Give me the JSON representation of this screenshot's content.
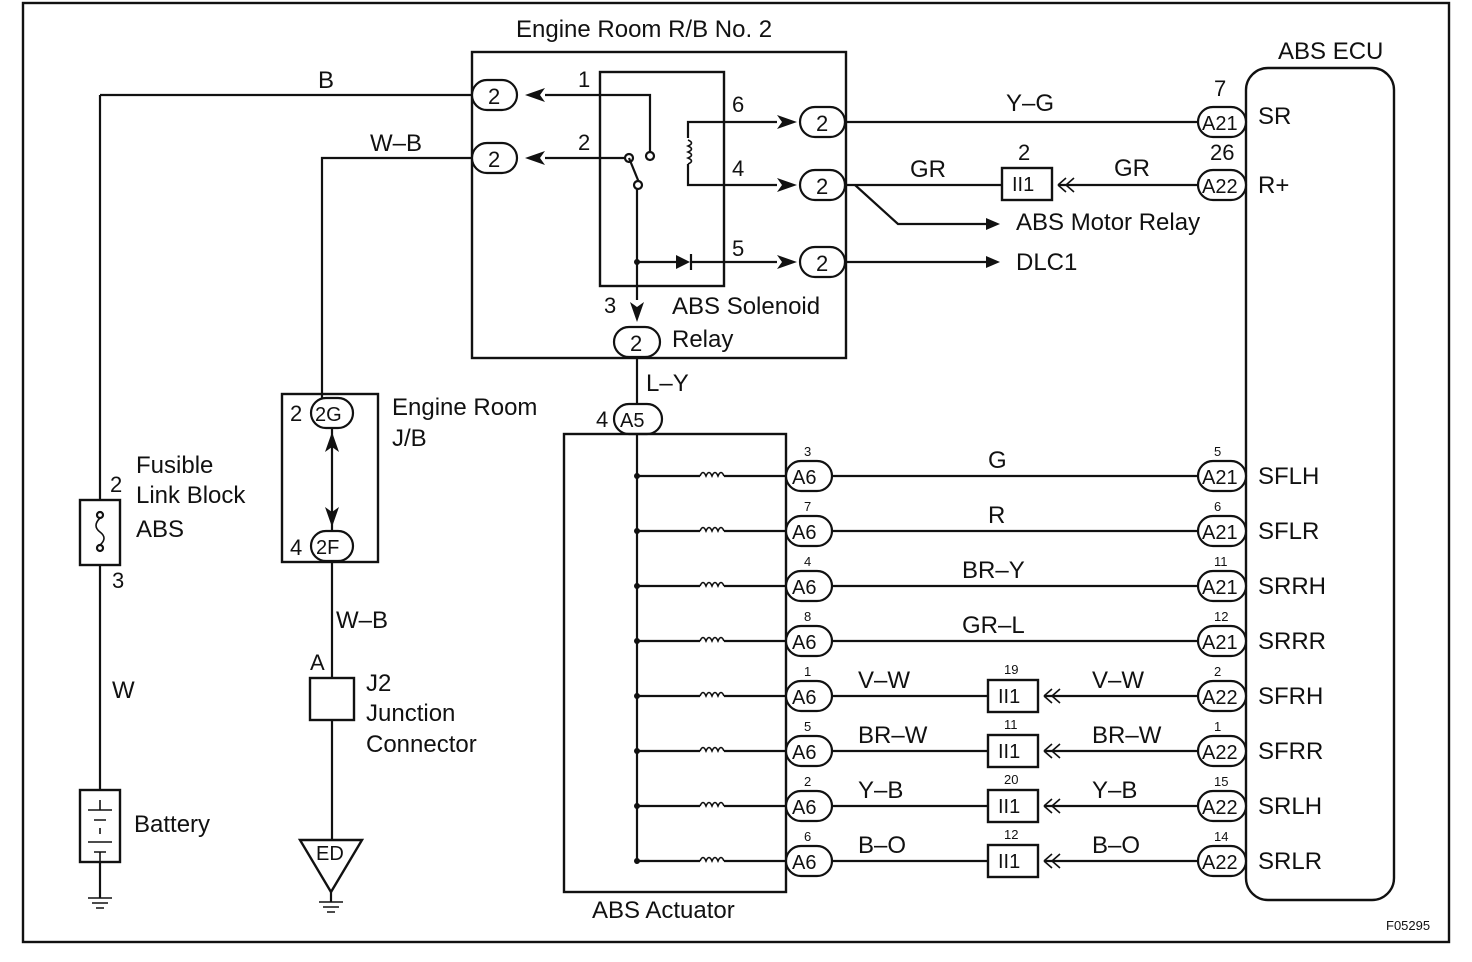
{
  "labels": {
    "rb_title": "Engine Room R/B No. 2",
    "ecu_title": "ABS ECU",
    "solenoid_1": "ABS Solenoid",
    "solenoid_2": "Relay",
    "jb_1": "Engine Room",
    "jb_2": "J/B",
    "fusible_1": "Fusible",
    "fusible_2": "Link Block",
    "fusible_3": "ABS",
    "j2_1": "J2",
    "j2_2": "Junction",
    "j2_3": "Connector",
    "battery": "Battery",
    "actuator": "ABS Actuator",
    "motor_relay": "ABS Motor Relay",
    "dlc": "DLC1",
    "code": "F05295",
    "ground": "ED"
  },
  "wires": {
    "b": "B",
    "wb_top": "W–B",
    "wb_low": "W–B",
    "w": "W",
    "ly": "L–Y",
    "yg": "Y–G",
    "gr1": "GR",
    "gr2": "GR"
  },
  "pins": {
    "r1": "1",
    "r2": "2",
    "r6": "6",
    "r4": "4",
    "r5": "5",
    "r3": "3",
    "jb2": "2",
    "jb4": "4",
    "fl2": "2",
    "fl3": "3",
    "j2a": "A",
    "a5pin": "4",
    "ecu7": "7",
    "ecu26": "26",
    "gr_ii": "2"
  },
  "connectors": {
    "rb": "2",
    "g2": "2G",
    "f2": "2F",
    "a5": "A5",
    "a21": "A21",
    "a22": "A22",
    "ii": "II1",
    "a6": "A6"
  },
  "ecu_terminals": {
    "sr": "SR",
    "rplus": "R+"
  },
  "rows": [
    {
      "a6pin": "3",
      "wire": "G",
      "ii": null,
      "wire2": null,
      "conn": "A21",
      "ecupin": "5",
      "term": "SFLH"
    },
    {
      "a6pin": "7",
      "wire": "R",
      "ii": null,
      "wire2": null,
      "conn": "A21",
      "ecupin": "6",
      "term": "SFLR"
    },
    {
      "a6pin": "4",
      "wire": "BR–Y",
      "ii": null,
      "wire2": null,
      "conn": "A21",
      "ecupin": "11",
      "term": "SRRH"
    },
    {
      "a6pin": "8",
      "wire": "GR–L",
      "ii": null,
      "wire2": null,
      "conn": "A21",
      "ecupin": "12",
      "term": "SRRR"
    },
    {
      "a6pin": "1",
      "wire": "V–W",
      "ii": "19",
      "wire2": "V–W",
      "conn": "A22",
      "ecupin": "2",
      "term": "SFRH"
    },
    {
      "a6pin": "5",
      "wire": "BR–W",
      "ii": "11",
      "wire2": "BR–W",
      "conn": "A22",
      "ecupin": "1",
      "term": "SFRR"
    },
    {
      "a6pin": "2",
      "wire": "Y–B",
      "ii": "20",
      "wire2": "Y–B",
      "conn": "A22",
      "ecupin": "15",
      "term": "SRLH"
    },
    {
      "a6pin": "6",
      "wire": "B–O",
      "ii": "12",
      "wire2": "B–O",
      "conn": "A22",
      "ecupin": "14",
      "term": "SRLR"
    }
  ]
}
